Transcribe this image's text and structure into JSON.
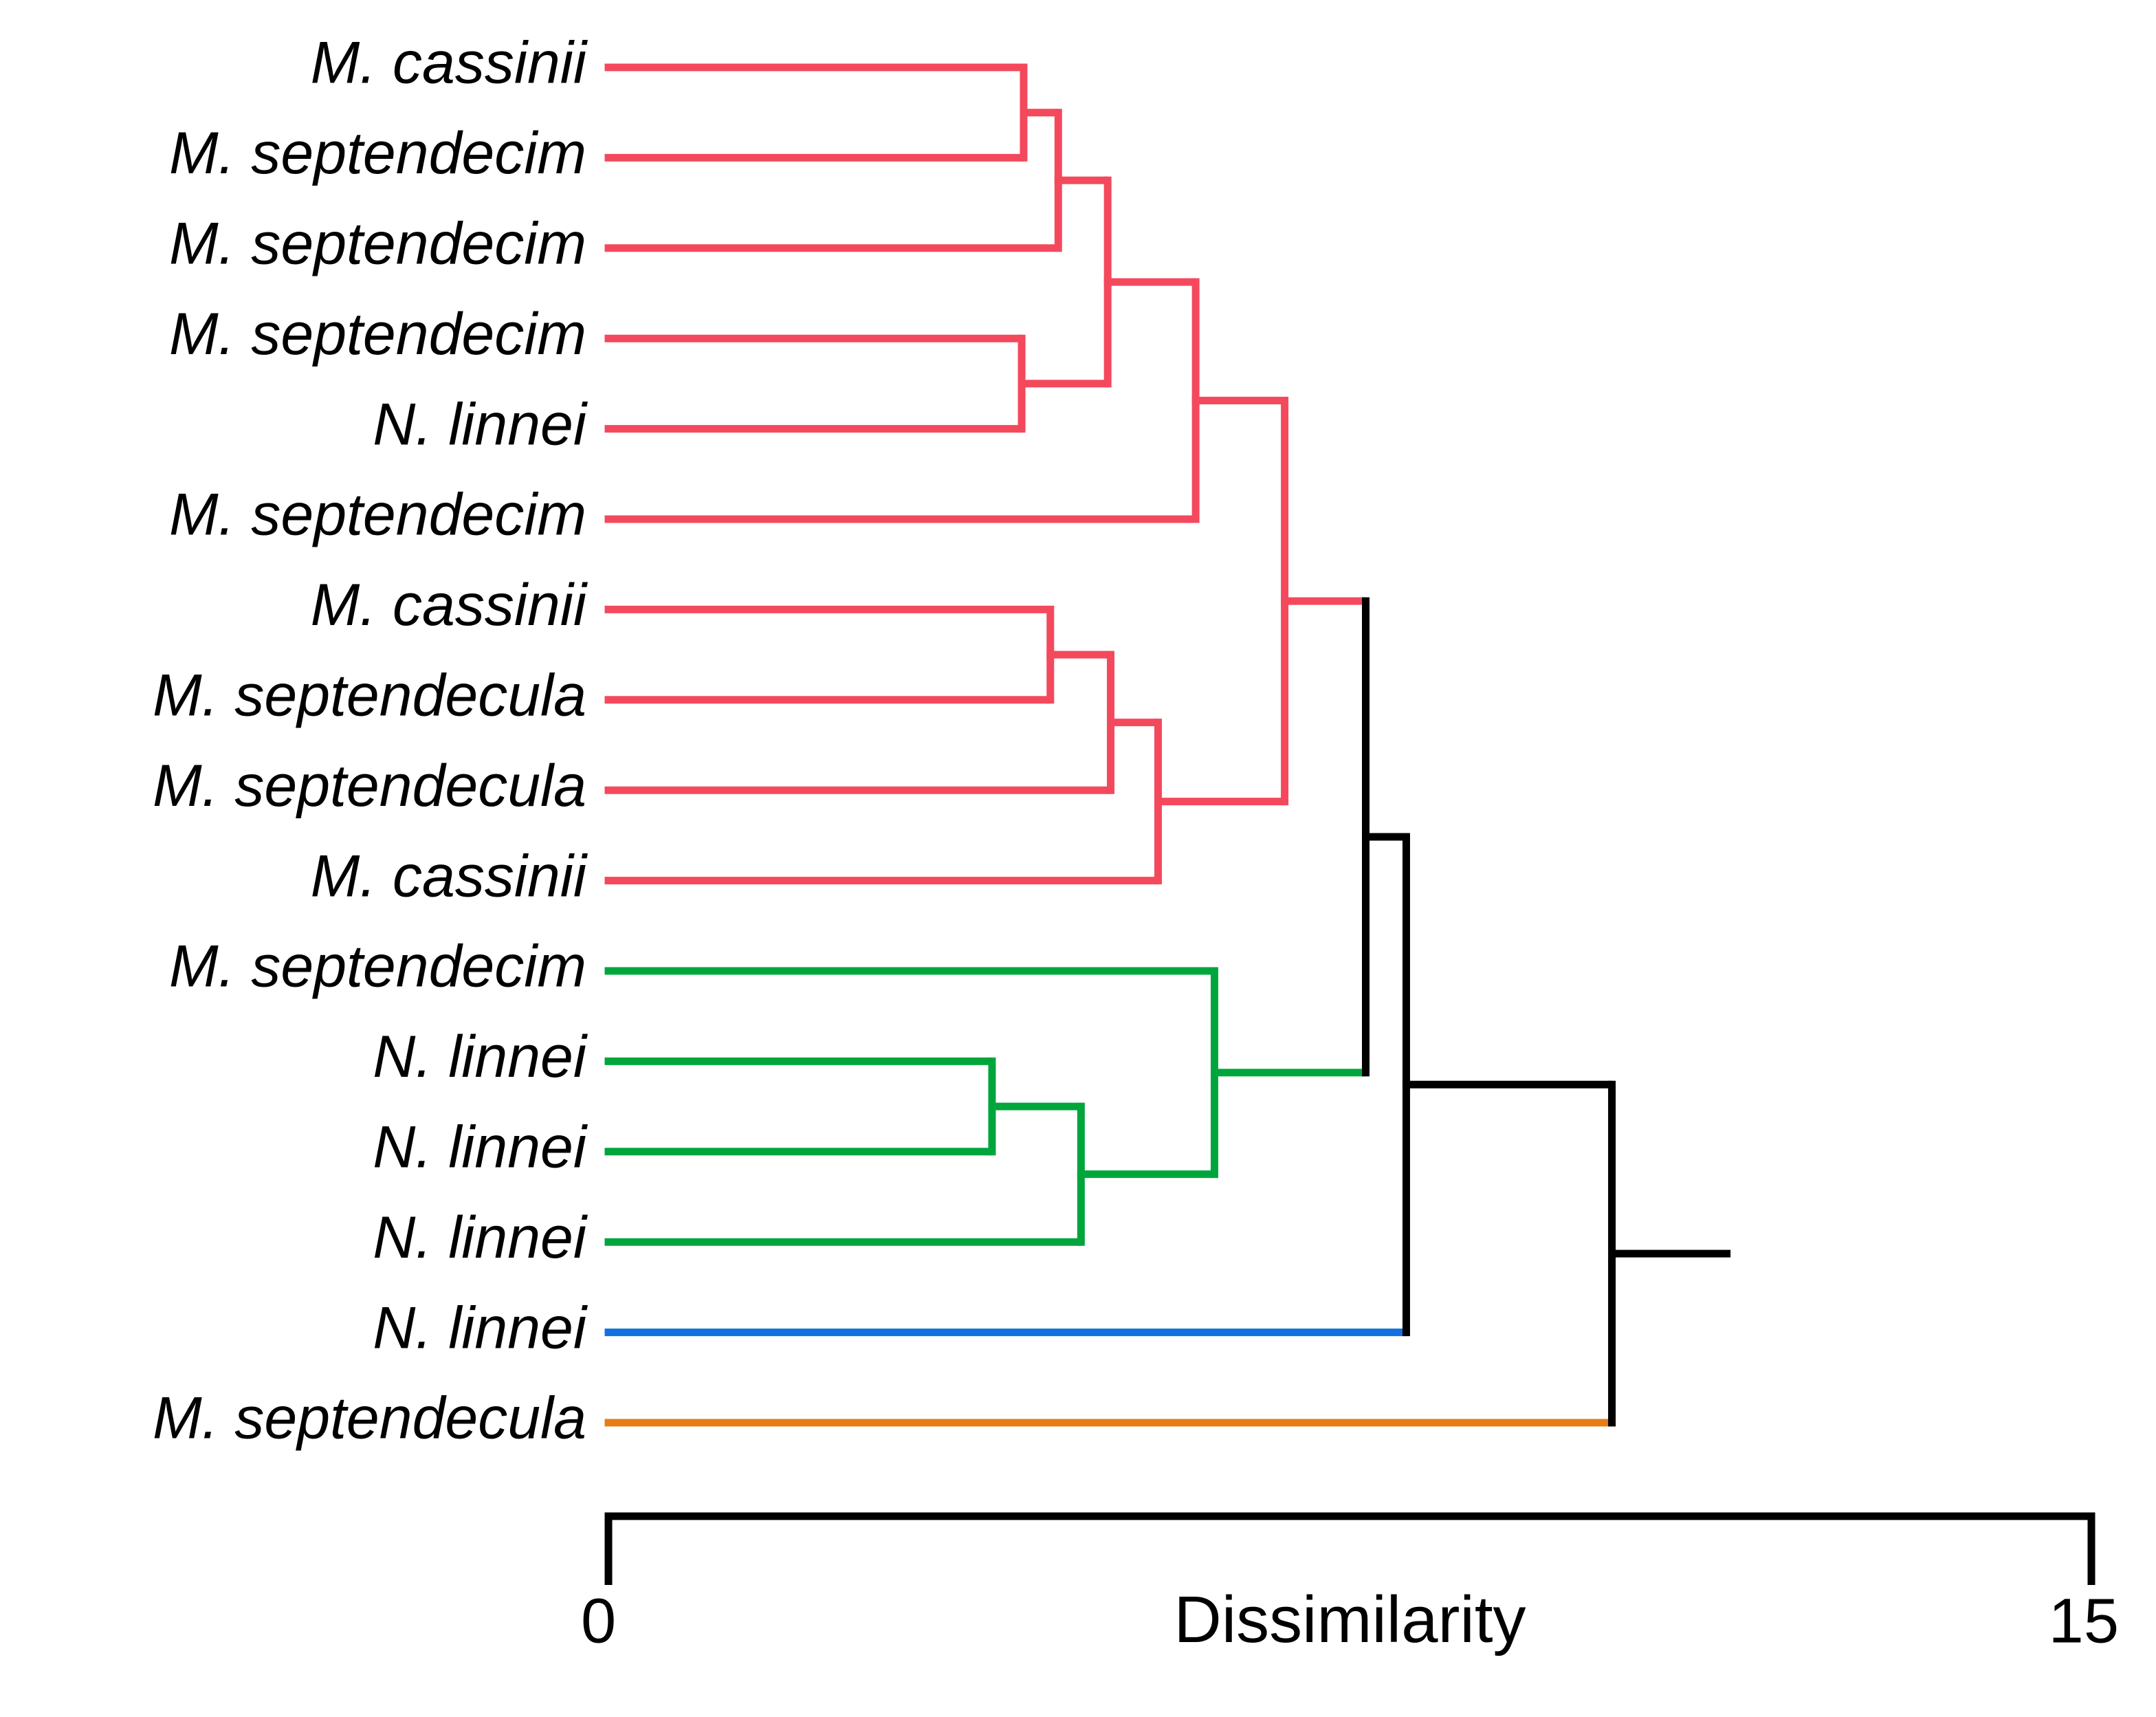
{
  "chart_data": {
    "type": "dendrogram",
    "title": "",
    "xlabel": "Dissimilarity",
    "ylabel": "",
    "xlim": [
      0,
      15
    ],
    "axis_ticks": [
      {
        "value": 0,
        "label": "0"
      },
      {
        "value": 15,
        "label": "15"
      }
    ],
    "grid": false,
    "legend": "none",
    "orientation": "horizontal-right",
    "leaf_order_top_to_bottom": [
      "M. cassinii",
      "M. septendecim",
      "M. septendecim",
      "M. septendecim",
      "N. linnei",
      "M. septendecim",
      "M. cassinii",
      "M. septendecula",
      "M. septendecula",
      "M. cassinii",
      "M. septendecim",
      "N. linnei",
      "N. linnei",
      "N. linnei",
      "N. linnei",
      "M. septendecula"
    ],
    "leaves": [
      {
        "index": 0,
        "label": "M. cassinii",
        "cluster": "red",
        "color": "#f4495d"
      },
      {
        "index": 1,
        "label": "M. septendecim",
        "cluster": "red",
        "color": "#f4495d"
      },
      {
        "index": 2,
        "label": "M. septendecim",
        "cluster": "red",
        "color": "#f4495d"
      },
      {
        "index": 3,
        "label": "M. septendecim",
        "cluster": "red",
        "color": "#f4495d"
      },
      {
        "index": 4,
        "label": "N. linnei",
        "cluster": "red",
        "color": "#f4495d"
      },
      {
        "index": 5,
        "label": "M. septendecim",
        "cluster": "red",
        "color": "#f4495d"
      },
      {
        "index": 6,
        "label": "M. cassinii",
        "cluster": "red",
        "color": "#f4495d"
      },
      {
        "index": 7,
        "label": "M. septendecula",
        "cluster": "red",
        "color": "#f4495d"
      },
      {
        "index": 8,
        "label": "M. septendecula",
        "cluster": "red",
        "color": "#f4495d"
      },
      {
        "index": 9,
        "label": "M. cassinii",
        "cluster": "red",
        "color": "#f4495d"
      },
      {
        "index": 10,
        "label": "M. septendecim",
        "cluster": "green",
        "color": "#00a63c"
      },
      {
        "index": 11,
        "label": "N. linnei",
        "cluster": "green",
        "color": "#00a63c"
      },
      {
        "index": 12,
        "label": "N. linnei",
        "cluster": "green",
        "color": "#00a63c"
      },
      {
        "index": 13,
        "label": "N. linnei",
        "cluster": "green",
        "color": "#00a63c"
      },
      {
        "index": 14,
        "label": "N. linnei",
        "cluster": "blue",
        "color": "#1270e0"
      },
      {
        "index": 15,
        "label": "M. septendecula",
        "cluster": "orange",
        "color": "#e67e17"
      }
    ],
    "cluster_colors": {
      "red": "#f4495d",
      "green": "#00a63c",
      "blue": "#1270e0",
      "orange": "#e67e17",
      "root": "#000000"
    },
    "merges": [
      {
        "id": "R1",
        "left": "L0",
        "right": "L1",
        "height": 4.2,
        "color": "#f4495d"
      },
      {
        "id": "R2",
        "left": "R1",
        "right": "L2",
        "height": 4.55,
        "color": "#f4495d"
      },
      {
        "id": "R3",
        "left": "L3",
        "right": "L4",
        "height": 4.18,
        "color": "#f4495d"
      },
      {
        "id": "R4",
        "left": "R2",
        "right": "R3",
        "height": 5.05,
        "color": "#f4495d"
      },
      {
        "id": "R5",
        "left": "R4",
        "right": "L5",
        "height": 5.94,
        "color": "#f4495d"
      },
      {
        "id": "R6",
        "left": "L6",
        "right": "L7",
        "height": 4.47,
        "color": "#f4495d"
      },
      {
        "id": "R7",
        "left": "R6",
        "right": "L8",
        "height": 5.08,
        "color": "#f4495d"
      },
      {
        "id": "R8",
        "left": "R7",
        "right": "L9",
        "height": 5.56,
        "color": "#f4495d"
      },
      {
        "id": "R9",
        "left": "R5",
        "right": "R8",
        "height": 6.84,
        "color": "#f4495d"
      },
      {
        "id": "G1",
        "left": "L11",
        "right": "L12",
        "height": 3.88,
        "color": "#00a63c"
      },
      {
        "id": "G2",
        "left": "G1",
        "right": "L13",
        "height": 4.78,
        "color": "#00a63c"
      },
      {
        "id": "G3",
        "left": "L10",
        "right": "G2",
        "height": 6.13,
        "color": "#00a63c"
      },
      {
        "id": "K1",
        "left": "R9",
        "right": "G3",
        "height": 7.66,
        "color": "#000000"
      },
      {
        "id": "K2",
        "left": "K1",
        "right": "L14",
        "height": 8.07,
        "color": "#000000"
      },
      {
        "id": "K3",
        "left": "K2",
        "right": "L15",
        "height": 10.15,
        "color": "#000000"
      },
      {
        "id": "ROOT",
        "left": "K3",
        "right": null,
        "height": 11.35,
        "color": "#000000"
      }
    ]
  },
  "axis": {
    "label": "Dissimilarity",
    "tick_min_label": "0",
    "tick_max_label": "15"
  },
  "figure": {
    "background": "#ffffff",
    "line_width": 11
  }
}
